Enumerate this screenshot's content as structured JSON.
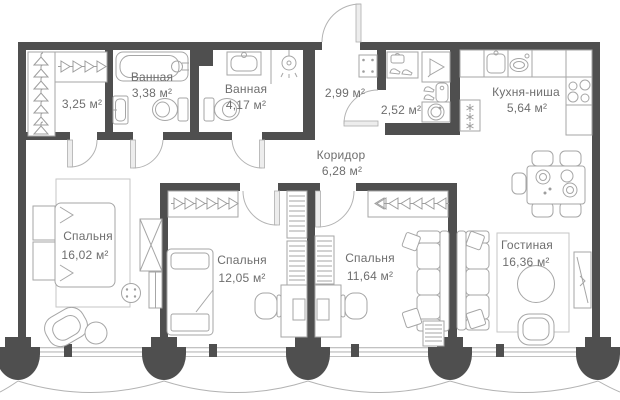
{
  "floor_plan": {
    "rooms": {
      "closet": {
        "area": "3,25 м²"
      },
      "bathroom_small": {
        "name": "Ванная",
        "area": "3,38 м²"
      },
      "bathroom_large": {
        "name": "Ванная",
        "area": "4,17 м²"
      },
      "entry_hall": {
        "area": "2,99 м²"
      },
      "laundry": {
        "area": "2,52 м²"
      },
      "kitchen_niche": {
        "name": "Кухня-ниша",
        "area": "5,64 м²"
      },
      "corridor": {
        "name": "Коридор",
        "area": "6,28 м²"
      },
      "bedroom_master": {
        "name": "Спальня",
        "area": "16,02 м²"
      },
      "bedroom_middle": {
        "name": "Спальня",
        "area": "12,05 м²"
      },
      "bedroom_small": {
        "name": "Спальня",
        "area": "11,64 м²"
      },
      "living_room": {
        "name": "Гостиная",
        "area": "16,36 м²"
      }
    },
    "colors": {
      "wall": "#4f4f4f",
      "furniture_line": "#a6a6a6",
      "label_text": "#6e6e6e",
      "window_line": "#c2c2c2"
    }
  }
}
